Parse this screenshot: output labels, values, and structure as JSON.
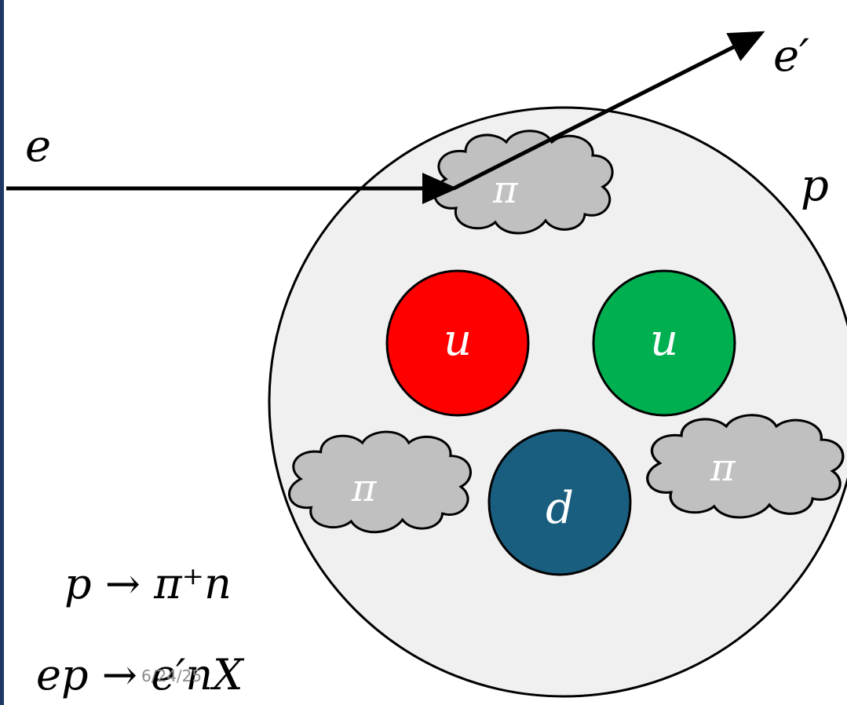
{
  "colors": {
    "left_bar": "#1f3864",
    "proton_fill": "#f0f0f0",
    "cloud_fill": "#c0c0c0",
    "up_quark_1": "#ff0000",
    "up_quark_2": "#00b050",
    "down_quark": "#1a5e7f",
    "outline": "#000000"
  },
  "labels": {
    "incoming_electron": "e",
    "scattered_electron": "e′",
    "proton": "p",
    "pion_top": "π",
    "pion_left": "π",
    "pion_right": "π",
    "quark_u1": "u",
    "quark_u2": "u",
    "quark_d": "d",
    "reaction_1": "p → π⁺n",
    "reaction_2": "ep → e′nX",
    "date": "6/24/25"
  }
}
